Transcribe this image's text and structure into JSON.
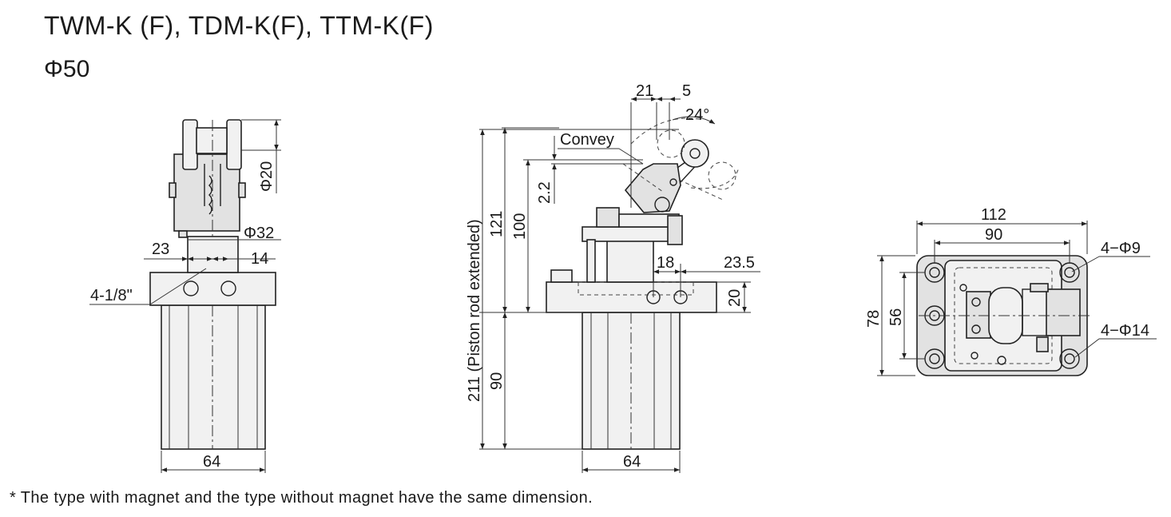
{
  "header": {
    "title": "TWM-K (F), TDM-K(F), TTM-K(F)",
    "bore": "Φ50"
  },
  "footnote": "* The type with magnet and the type without magnet have the same dimension.",
  "front_view": {
    "dim_phi20": "Φ20",
    "dim_phi32": "Φ32",
    "dim_23": "23",
    "dim_14": "14",
    "dim_port": "4-1/8\"",
    "dim_64": "64"
  },
  "side_view": {
    "dim_21": "21",
    "dim_5": "5",
    "dim_angle": "24°",
    "label_convey": "Convey",
    "dim_2_2": "2.2",
    "dim_100": "100",
    "dim_121": "121",
    "dim_211": "211 (Piston rod extended)",
    "dim_18": "18",
    "dim_23_5": "23.5",
    "dim_20": "20",
    "dim_90": "90",
    "dim_64": "64"
  },
  "top_view": {
    "dim_112": "112",
    "dim_90": "90",
    "dim_holes_9": "4−Φ9",
    "dim_holes_14": "4−Φ14",
    "dim_78": "78",
    "dim_56": "56"
  }
}
